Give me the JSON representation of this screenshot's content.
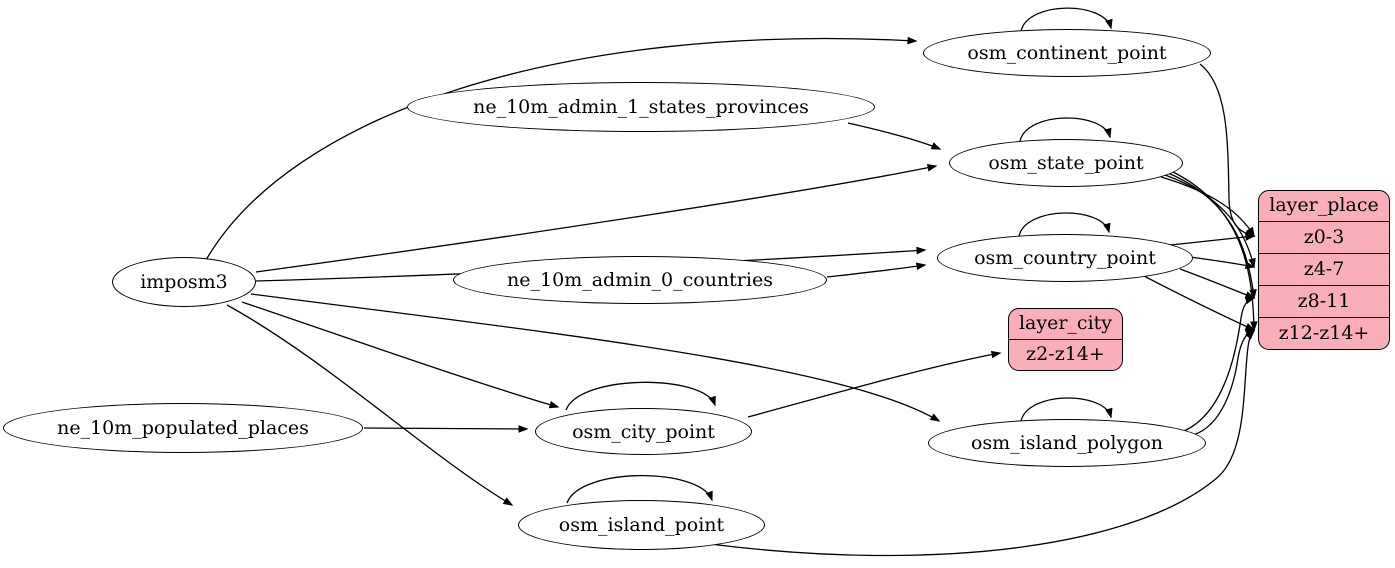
{
  "diagram": {
    "colors": {
      "node_fill": "#ffffff",
      "node_stroke": "#000000",
      "record_fill": "#f9aeba",
      "edge": "#000000"
    },
    "nodes": {
      "imposm3": {
        "label": "imposm3"
      },
      "ne_10m_admin_1_states_provinces": {
        "label": "ne_10m_admin_1_states_provinces"
      },
      "ne_10m_admin_0_countries": {
        "label": "ne_10m_admin_0_countries"
      },
      "ne_10m_populated_places": {
        "label": "ne_10m_populated_places"
      },
      "osm_continent_point": {
        "label": "osm_continent_point"
      },
      "osm_state_point": {
        "label": "osm_state_point"
      },
      "osm_country_point": {
        "label": "osm_country_point"
      },
      "osm_city_point": {
        "label": "osm_city_point"
      },
      "osm_island_polygon": {
        "label": "osm_island_polygon"
      },
      "osm_island_point": {
        "label": "osm_island_point"
      },
      "layer_city": {
        "title": "layer_city",
        "rows": [
          "z2-z14+"
        ]
      },
      "layer_place": {
        "title": "layer_place",
        "rows": [
          "z0-3",
          "z4-7",
          "z8-11",
          "z12-z14+"
        ]
      }
    },
    "edges": [
      {
        "from": "imposm3",
        "to": "osm_continent_point"
      },
      {
        "from": "imposm3",
        "to": "osm_state_point"
      },
      {
        "from": "imposm3",
        "to": "osm_country_point"
      },
      {
        "from": "imposm3",
        "to": "osm_city_point"
      },
      {
        "from": "imposm3",
        "to": "osm_island_polygon"
      },
      {
        "from": "imposm3",
        "to": "osm_island_point"
      },
      {
        "from": "ne_10m_admin_1_states_provinces",
        "to": "osm_state_point"
      },
      {
        "from": "ne_10m_admin_0_countries",
        "to": "osm_country_point"
      },
      {
        "from": "ne_10m_populated_places",
        "to": "osm_city_point"
      },
      {
        "from": "osm_continent_point",
        "to": "osm_continent_point"
      },
      {
        "from": "osm_state_point",
        "to": "osm_state_point"
      },
      {
        "from": "osm_country_point",
        "to": "osm_country_point"
      },
      {
        "from": "osm_city_point",
        "to": "osm_city_point"
      },
      {
        "from": "osm_island_polygon",
        "to": "osm_island_polygon"
      },
      {
        "from": "osm_island_point",
        "to": "osm_island_point"
      },
      {
        "from": "osm_continent_point",
        "to": "layer_place",
        "row": "z0-3"
      },
      {
        "from": "osm_state_point",
        "to": "layer_place",
        "row": "z0-3"
      },
      {
        "from": "osm_state_point",
        "to": "layer_place",
        "row": "z4-7"
      },
      {
        "from": "osm_state_point",
        "to": "layer_place",
        "row": "z8-11"
      },
      {
        "from": "osm_state_point",
        "to": "layer_place",
        "row": "z12-z14+"
      },
      {
        "from": "osm_country_point",
        "to": "layer_place",
        "row": "z0-3"
      },
      {
        "from": "osm_country_point",
        "to": "layer_place",
        "row": "z4-7"
      },
      {
        "from": "osm_country_point",
        "to": "layer_place",
        "row": "z8-11"
      },
      {
        "from": "osm_country_point",
        "to": "layer_place",
        "row": "z12-z14+"
      },
      {
        "from": "osm_island_polygon",
        "to": "layer_place",
        "row": "z8-11"
      },
      {
        "from": "osm_island_polygon",
        "to": "layer_place",
        "row": "z12-z14+"
      },
      {
        "from": "osm_island_point",
        "to": "layer_place",
        "row": "z12-z14+"
      },
      {
        "from": "osm_city_point",
        "to": "layer_city",
        "row": "z2-z14+"
      }
    ]
  }
}
